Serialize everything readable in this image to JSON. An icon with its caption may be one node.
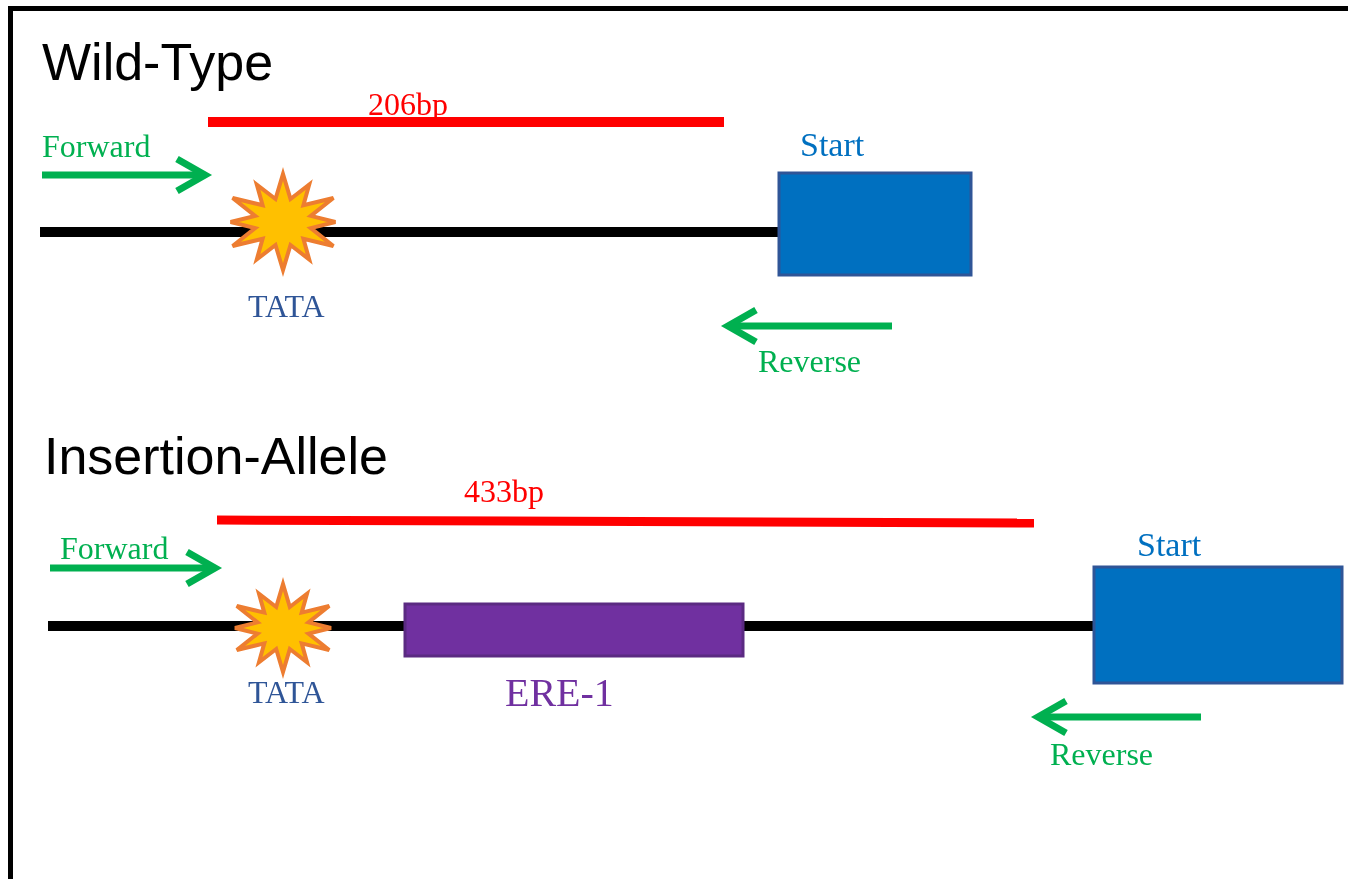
{
  "diagram": {
    "nodes": [
      {
        "text": [
          "TATA"
        ]
      },
      {
        "text": [
          "Start"
        ]
      },
      {
        "text": [
          "TATA"
        ]
      },
      {
        "text": [
          "ERE-1"
        ]
      },
      {
        "text": [
          "Start"
        ]
      }
    ],
    "labels": [
      "Wild-Type",
      "206bp",
      "Forward",
      "Reverse",
      "Insertion-Allele",
      "433bp",
      "Forward",
      "Reverse"
    ]
  }
}
